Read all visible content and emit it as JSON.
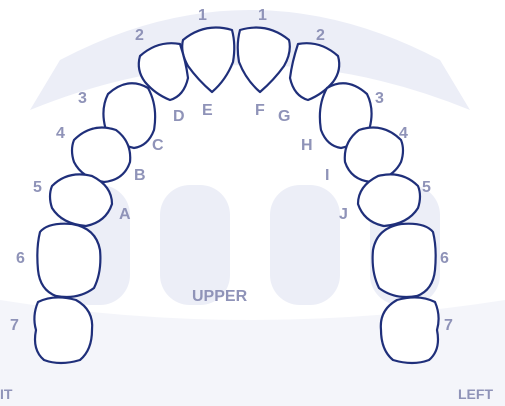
{
  "diagram": {
    "arch_label": "UPPER",
    "side_right": "IT",
    "side_left": "LEFT",
    "colors": {
      "outline": "#1f2f7a",
      "label": "#8f93b8",
      "watermark": "#e9ebf5"
    },
    "right_numbers": [
      "1",
      "2",
      "3",
      "4",
      "5",
      "6",
      "7"
    ],
    "left_numbers": [
      "1",
      "2",
      "3",
      "4",
      "5",
      "6",
      "7"
    ],
    "primary_letters": [
      "A",
      "B",
      "C",
      "D",
      "E",
      "F",
      "G",
      "H",
      "I",
      "J"
    ]
  }
}
